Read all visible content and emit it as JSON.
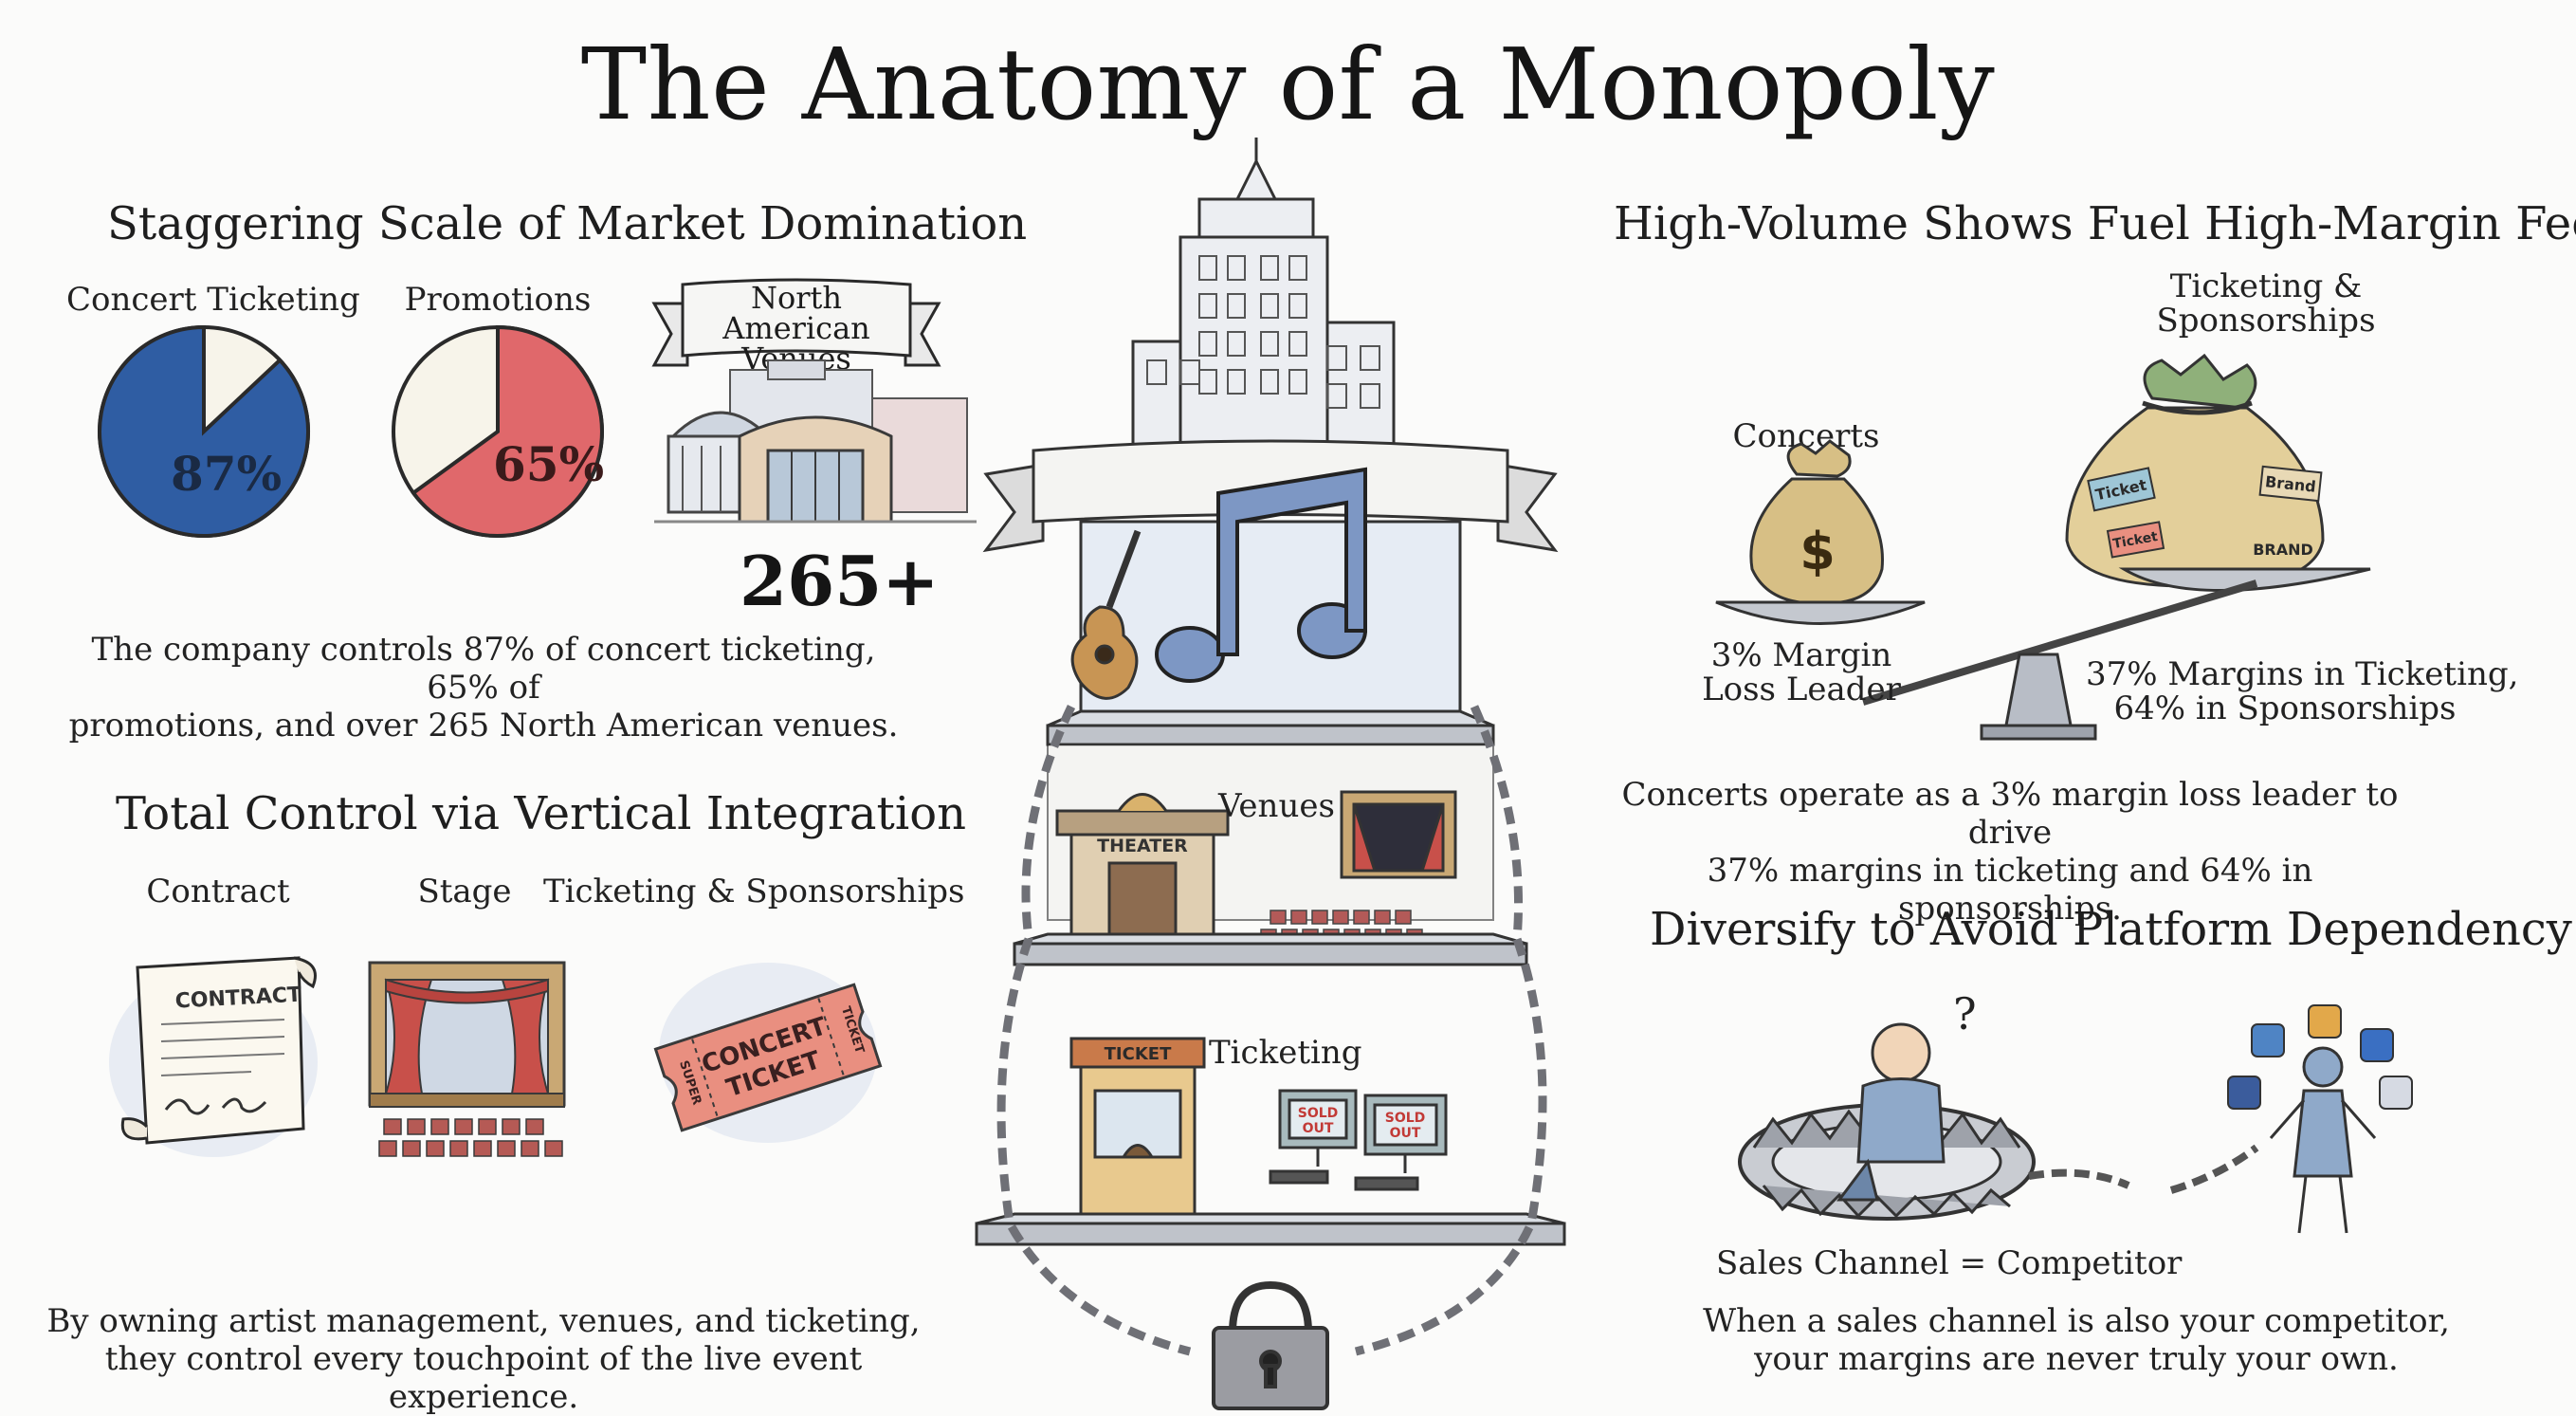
{
  "title": "The Anatomy of a Monopoly",
  "scale": {
    "heading": "Staggering Scale of Market Domination",
    "ticketing": {
      "label": "Concert Ticketing",
      "percent": 87,
      "value_text": "87%",
      "color": "#2f5da3"
    },
    "promotions": {
      "label": "Promotions",
      "percent": 65,
      "value_text": "65%",
      "color": "#dd5a5e"
    },
    "venues": {
      "banner": [
        "North American",
        "Venues"
      ],
      "value_text": "265+"
    },
    "summary": [
      "The company controls 87% of concert ticketing, 65% of",
      "promotions, and over 265 North American venues."
    ]
  },
  "integration": {
    "heading": "Total Control via Vertical Integration",
    "items": [
      {
        "label": "Contract",
        "art_text": "CONTRACT"
      },
      {
        "label": "Stage"
      },
      {
        "label": "Ticketing & Sponsorships",
        "art_text": [
          "CONCERT",
          "TICKET"
        ],
        "stub_left": "SUPER",
        "stub_right": "TICKET"
      }
    ],
    "summary": [
      "By owning artist management, venues, and ticketing,",
      "they control every touchpoint of the live event experience."
    ]
  },
  "tower": {
    "levels": [
      {
        "label": "Venues",
        "sign": "THEATER"
      },
      {
        "label": "Ticketing",
        "booth_sign": "TICKET",
        "screen_text": [
          "SOLD",
          "OUT"
        ]
      }
    ]
  },
  "fees": {
    "heading": "High-Volume Shows Fuel High-Margin Fees",
    "left": {
      "label": "Concerts",
      "margin": [
        "3% Margin",
        "Loss Leader"
      ],
      "bag_symbol": "$"
    },
    "right": {
      "label": [
        "Ticketing &",
        "Sponsorships"
      ],
      "margin": [
        "37% Margins in Ticketing,",
        "64% in Sponsorships"
      ],
      "tags": [
        "Ticket",
        "Brand",
        "Ticket",
        "BRAND"
      ]
    },
    "summary": [
      "Concerts operate as a 3% margin loss leader to drive",
      "37% margins in ticketing and 64% in sponsorships."
    ]
  },
  "diversify": {
    "heading": "Diversify to Avoid Platform Dependency",
    "question": "?",
    "caption": "Sales Channel = Competitor",
    "summary": [
      "When a sales channel is also your competitor,",
      "your margins are never truly your own."
    ]
  },
  "colors": {
    "ink": "#2a2a2a",
    "blue": "#2f5da3",
    "red": "#dd5a5e",
    "money": "#c8a866",
    "chain": "#7a7a80"
  }
}
